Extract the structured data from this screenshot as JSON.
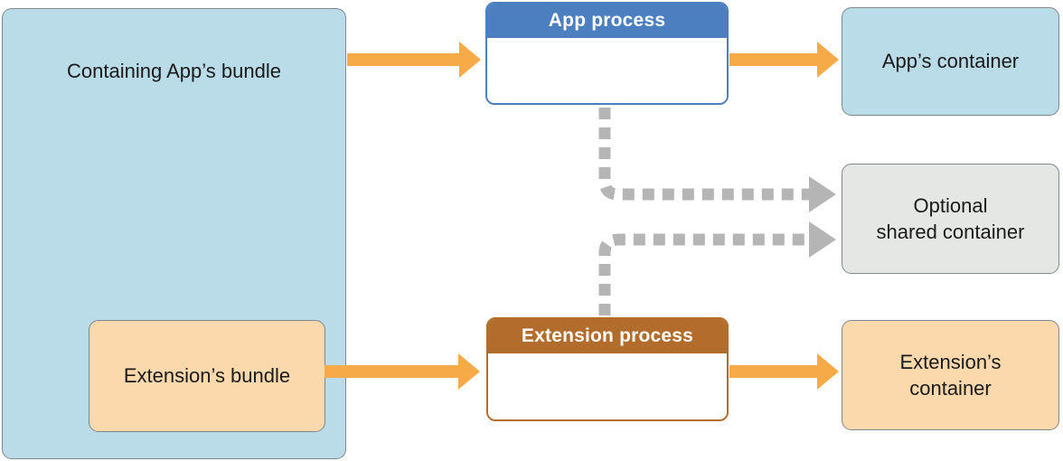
{
  "boxes": {
    "containing_bundle": {
      "label": "Containing App’s bundle",
      "fill": "#b9dce8"
    },
    "extension_bundle": {
      "label": "Extension’s bundle",
      "fill": "#fbd9ac"
    },
    "app_process": {
      "title": "App process",
      "header_color": "#4c7fc0",
      "body_fill": "#ffffff"
    },
    "extension_process": {
      "title": "Extension process",
      "header_color": "#b26d2c",
      "body_fill": "#ffffff"
    },
    "apps_container": {
      "label": "App’s container",
      "fill": "#b9dce8"
    },
    "shared_container": {
      "label": "Optional shared container",
      "lines": [
        "Optional",
        "shared container"
      ],
      "fill": "#e5e7e4"
    },
    "extension_container": {
      "label": "Extension’s container",
      "lines": [
        "Extension’s",
        "container"
      ],
      "fill": "#fbd9ac"
    }
  },
  "colors": {
    "arrow_orange": "#f7ab48",
    "dashed_gray": "#b5b5b5",
    "light_blue_fill": "#b9dce8",
    "peach_fill": "#fbd9ac",
    "gray_fill": "#e5e7e4",
    "process_blue": "#4c7fc0",
    "process_brown": "#b26d2c",
    "box_border_gray": "#7d888c"
  },
  "connections": [
    {
      "from": "Containing App’s bundle",
      "to": "App process",
      "style": "solid-orange"
    },
    {
      "from": "App process",
      "to": "App’s container",
      "style": "solid-orange"
    },
    {
      "from": "Extension’s bundle",
      "to": "Extension process",
      "style": "solid-orange"
    },
    {
      "from": "Extension process",
      "to": "Extension’s container",
      "style": "solid-orange"
    },
    {
      "from": "App process",
      "to": "Optional shared container",
      "style": "dashed-gray"
    },
    {
      "from": "Extension process",
      "to": "Optional shared container",
      "style": "dashed-gray"
    }
  ]
}
